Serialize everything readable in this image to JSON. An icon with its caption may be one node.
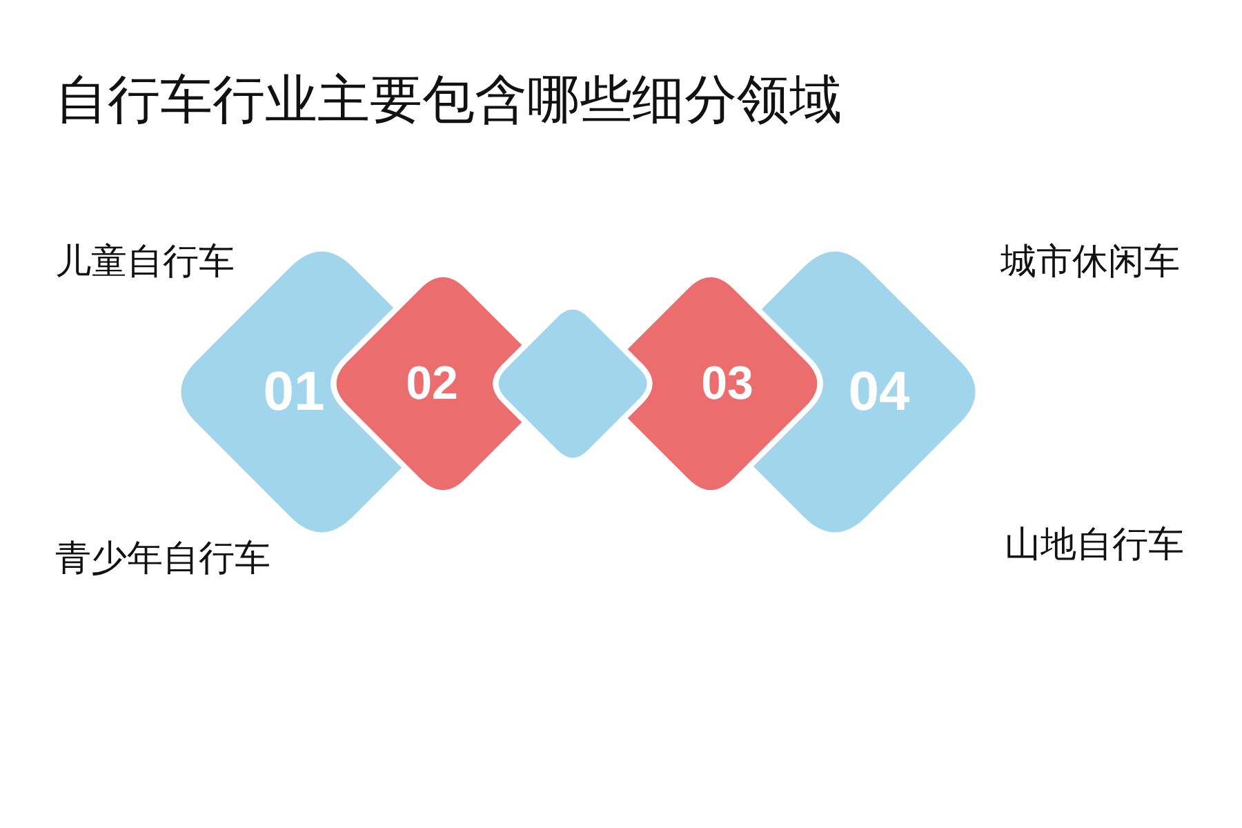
{
  "diagram": {
    "title": "自行车行业主要包含哪些细分领域",
    "nodes": [
      {
        "text": [
          "01"
        ]
      },
      {
        "text": [
          "04"
        ]
      },
      {
        "text": [
          "02"
        ]
      },
      {
        "text": [
          "03"
        ]
      },
      {
        "text": [],
        "shape": "diamond"
      }
    ],
    "labels": [
      "儿童自行车",
      "城市休闲车",
      "青少年自行车",
      "山地自行车"
    ]
  }
}
